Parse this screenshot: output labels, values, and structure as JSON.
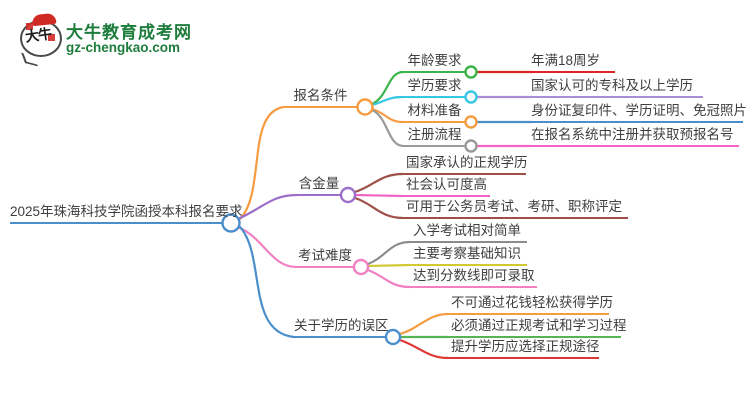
{
  "site": {
    "logo_icon_text": "大牛",
    "logo_title": "大牛教育成考网",
    "logo_domain": "gz-chengkao.com",
    "brand_green": "#1e7d3c",
    "logo_red": "#cf2b24"
  },
  "mindmap": {
    "root": {
      "label": "2025年珠海科技学院函授本科报名要求",
      "color": "#4a8fcb"
    },
    "branches": [
      {
        "label": "报名条件",
        "color": "#f59b40",
        "children": [
          {
            "label": "年龄要求",
            "color": "#3cb44a",
            "leaf": {
              "label": "年满18周岁",
              "color": "#e02424"
            }
          },
          {
            "label": "学历要求",
            "color": "#38c6e5",
            "leaf": {
              "label": "国家认可的专科及以上学历",
              "color": "#a98ed6"
            }
          },
          {
            "label": "材料准备",
            "color": "#f59b40",
            "leaf": {
              "label": "身份证复印件、学历证明、免冠照片",
              "color": "#4a8fcb"
            }
          },
          {
            "label": "注册流程",
            "color": "#9a9a9a",
            "leaf": {
              "label": "在报名系统中注册并获取预报名号",
              "color": "#f263c8"
            }
          }
        ]
      },
      {
        "label": "含金量",
        "color": "#9d6ec8",
        "children": [
          {
            "label": "国家承认的正规学历",
            "color": "#9e5048"
          },
          {
            "label": "社会认可度高",
            "color": "#f263c8"
          },
          {
            "label": "可用于公务员考试、考研、职称评定",
            "color": "#9e5048"
          }
        ]
      },
      {
        "label": "考试难度",
        "color": "#f17fc2",
        "children": [
          {
            "label": "入学考试相对简单",
            "color": "#8c8c8c"
          },
          {
            "label": "主要考察基础知识",
            "color": "#d2c832"
          },
          {
            "label": "达到分数线即可录取",
            "color": "#f17fc2"
          }
        ]
      },
      {
        "label": "关于学历的误区",
        "color": "#4a8fcb",
        "children": [
          {
            "label": "不可通过花钱轻松获得学历",
            "color": "#f59b40"
          },
          {
            "label": "必须通过正规考试和学习过程",
            "color": "#55b555"
          },
          {
            "label": "提升学历应选择正规途径",
            "color": "#e03535"
          }
        ]
      }
    ]
  }
}
